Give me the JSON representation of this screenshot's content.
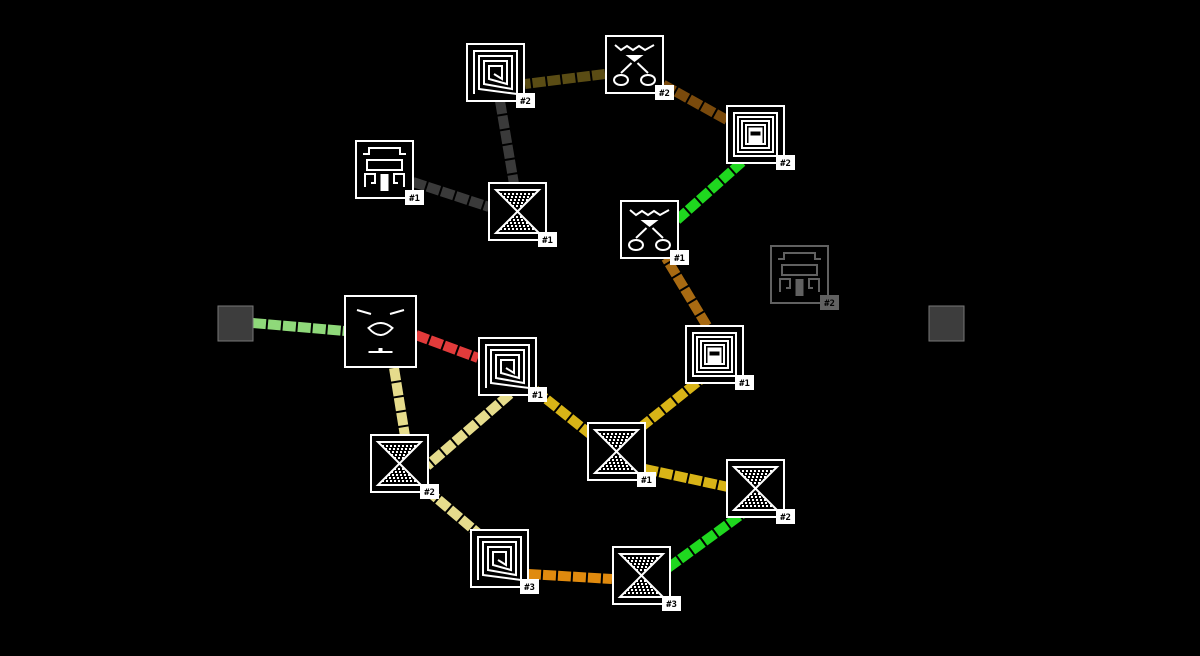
{
  "screen": "puzzle-node-map",
  "nodes": [
    {
      "id": "n-spiral-top",
      "glyph": "spiral",
      "badge": "#2",
      "dim": false
    },
    {
      "id": "n-face-top",
      "glyph": "face-eyes",
      "badge": "#2",
      "dim": false
    },
    {
      "id": "n-temple-top",
      "glyph": "temple",
      "badge": "#2",
      "dim": false
    },
    {
      "id": "n-meander-left",
      "glyph": "meander",
      "badge": "#1",
      "dim": false
    },
    {
      "id": "n-hourglass-mid",
      "glyph": "hourglass",
      "badge": "#1",
      "dim": false
    },
    {
      "id": "n-face-mid",
      "glyph": "face-eyes",
      "badge": "#1",
      "dim": false
    },
    {
      "id": "n-meander-dim",
      "glyph": "meander",
      "badge": "#2",
      "dim": true
    },
    {
      "id": "n-boss-face",
      "glyph": "bird-face",
      "badge": "",
      "dim": false
    },
    {
      "id": "n-spiral-mid",
      "glyph": "spiral",
      "badge": "#1",
      "dim": false
    },
    {
      "id": "n-temple-mid",
      "glyph": "temple",
      "badge": "#1",
      "dim": false
    },
    {
      "id": "n-hourglass-left",
      "glyph": "hourglass",
      "badge": "#2",
      "dim": false
    },
    {
      "id": "n-hourglass-center",
      "glyph": "hourglass",
      "badge": "#1",
      "dim": false
    },
    {
      "id": "n-hourglass-right",
      "glyph": "hourglass",
      "badge": "#2",
      "dim": false
    },
    {
      "id": "n-spiral-bottom",
      "glyph": "spiral",
      "badge": "#3",
      "dim": false
    },
    {
      "id": "n-hourglass-bottom",
      "glyph": "hourglass",
      "badge": "#3",
      "dim": false
    }
  ],
  "terminals": [
    {
      "id": "start-terminal"
    },
    {
      "id": "end-terminal"
    }
  ],
  "colors": {
    "background": "#000000",
    "path_light_green": "#8fd97a",
    "path_red": "#e23b3b",
    "path_pale_yellow": "#e6dc8c",
    "path_gold": "#d8b417",
    "path_orange": "#e08a0e",
    "path_bright_green": "#1fd81f",
    "path_olive": "#5a4c14",
    "path_brown": "#7a4a0c",
    "path_dark_orange": "#a86a12",
    "path_gray": "#3a3a3a"
  }
}
